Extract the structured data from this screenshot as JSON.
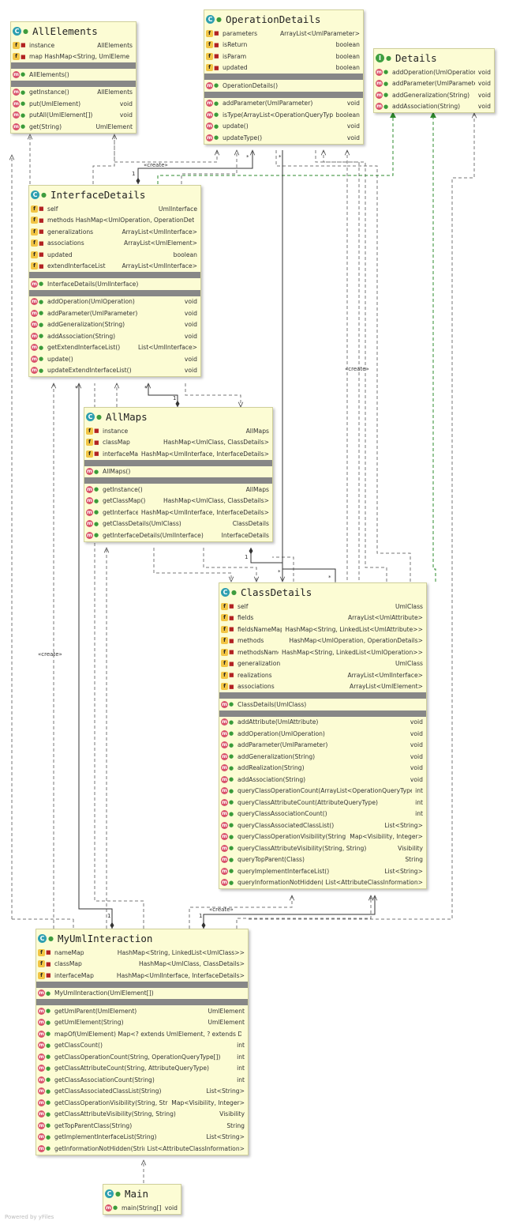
{
  "classes": {
    "allelements": {
      "name": "AllElements",
      "kind": "class",
      "fields": [
        {
          "name": "instance",
          "type": "AllElements",
          "icon": "static-field-icon"
        },
        {
          "name": "map  HashMap<String, UmlElement>",
          "type": "",
          "icon": "field-icon"
        }
      ],
      "constructors": [
        {
          "name": "AllElements()",
          "type": ""
        }
      ],
      "methods": [
        {
          "name": "getInstance()",
          "type": "AllElements",
          "icon": "static-method-icon"
        },
        {
          "name": "put(UmlElement)",
          "type": "void"
        },
        {
          "name": "putAll(UmlElement[])",
          "type": "void"
        },
        {
          "name": "get(String)",
          "type": "UmlElement"
        }
      ]
    },
    "operationdetails": {
      "name": "OperationDetails",
      "kind": "class",
      "fields": [
        {
          "name": "parameters",
          "type": "ArrayList<UmlParameter>"
        },
        {
          "name": "isReturn",
          "type": "boolean"
        },
        {
          "name": "isParam",
          "type": "boolean"
        },
        {
          "name": "updated",
          "type": "boolean"
        }
      ],
      "constructors": [
        {
          "name": "OperationDetails()",
          "type": ""
        }
      ],
      "methods": [
        {
          "name": "addParameter(UmlParameter)",
          "type": "void"
        },
        {
          "name": "isType(ArrayList<OperationQueryType>)",
          "type": "boolean"
        },
        {
          "name": "update()",
          "type": "void"
        },
        {
          "name": "updateType()",
          "type": "void"
        }
      ]
    },
    "details": {
      "name": "Details",
      "kind": "interface",
      "fields": [],
      "constructors": [],
      "methods": [
        {
          "name": "addOperation(UmlOperation)",
          "type": "void"
        },
        {
          "name": "addParameter(UmlParameter)",
          "type": "void"
        },
        {
          "name": "addGeneralization(String)",
          "type": "void"
        },
        {
          "name": "addAssociation(String)",
          "type": "void"
        }
      ]
    },
    "interfacedetails": {
      "name": "InterfaceDetails",
      "kind": "class",
      "fields": [
        {
          "name": "self",
          "type": "UmlInterface"
        },
        {
          "name": "methods  HashMap<UmlOperation, OperationDetails>",
          "type": ""
        },
        {
          "name": "generalizations",
          "type": "ArrayList<UmlInterface>"
        },
        {
          "name": "associations",
          "type": "ArrayList<UmlElement>"
        },
        {
          "name": "updated",
          "type": "boolean"
        },
        {
          "name": "extendInterfaceList",
          "type": "ArrayList<UmlInterface>"
        }
      ],
      "constructors": [
        {
          "name": "InterfaceDetails(UmlInterface)",
          "type": ""
        }
      ],
      "methods": [
        {
          "name": "addOperation(UmlOperation)",
          "type": "void"
        },
        {
          "name": "addParameter(UmlParameter)",
          "type": "void"
        },
        {
          "name": "addGeneralization(String)",
          "type": "void"
        },
        {
          "name": "addAssociation(String)",
          "type": "void"
        },
        {
          "name": "getExtendInterfaceList()",
          "type": "List<UmlInterface>"
        },
        {
          "name": "update()",
          "type": "void"
        },
        {
          "name": "updateExtendInterfaceList()",
          "type": "void"
        }
      ]
    },
    "allmaps": {
      "name": "AllMaps",
      "kind": "class",
      "fields": [
        {
          "name": "instance",
          "type": "AllMaps",
          "icon": "static-field-icon"
        },
        {
          "name": "classMap",
          "type": "HashMap<UmlClass, ClassDetails>"
        },
        {
          "name": "interfaceMap",
          "type": "HashMap<UmlInterface, InterfaceDetails>"
        }
      ],
      "constructors": [
        {
          "name": "AllMaps()",
          "type": ""
        }
      ],
      "methods": [
        {
          "name": "getInstance()",
          "type": "AllMaps",
          "icon": "static-method-icon"
        },
        {
          "name": "getClassMap()",
          "type": "HashMap<UmlClass, ClassDetails>"
        },
        {
          "name": "getInterfaceMap()",
          "type": "HashMap<UmlInterface, InterfaceDetails>"
        },
        {
          "name": "getClassDetails(UmlClass)",
          "type": "ClassDetails"
        },
        {
          "name": "getInterfaceDetails(UmlInterface)",
          "type": "InterfaceDetails"
        }
      ]
    },
    "classdetails": {
      "name": "ClassDetails",
      "kind": "class",
      "fields": [
        {
          "name": "self",
          "type": "UmlClass"
        },
        {
          "name": "fields",
          "type": "ArrayList<UmlAttribute>"
        },
        {
          "name": "fieldsNameMap",
          "type": "HashMap<String, LinkedList<UmlAttribute>>"
        },
        {
          "name": "methods",
          "type": "HashMap<UmlOperation, OperationDetails>"
        },
        {
          "name": "methodsNameMap",
          "type": "HashMap<String, LinkedList<UmlOperation>>"
        },
        {
          "name": "generalization",
          "type": "UmlClass"
        },
        {
          "name": "realizations",
          "type": "ArrayList<UmlInterface>"
        },
        {
          "name": "associations",
          "type": "ArrayList<UmlElement>"
        }
      ],
      "constructors": [
        {
          "name": "ClassDetails(UmlClass)",
          "type": ""
        }
      ],
      "methods": [
        {
          "name": "addAttribute(UmlAttribute)",
          "type": "void"
        },
        {
          "name": "addOperation(UmlOperation)",
          "type": "void"
        },
        {
          "name": "addParameter(UmlParameter)",
          "type": "void"
        },
        {
          "name": "addGeneralization(String)",
          "type": "void"
        },
        {
          "name": "addRealization(String)",
          "type": "void"
        },
        {
          "name": "addAssociation(String)",
          "type": "void"
        },
        {
          "name": "queryClassOperationCount(ArrayList<OperationQueryType>)",
          "type": "int"
        },
        {
          "name": "queryClassAttributeCount(AttributeQueryType)",
          "type": "int"
        },
        {
          "name": "queryClassAssociationCount()",
          "type": "int"
        },
        {
          "name": "queryClassAssociatedClassList()",
          "type": "List<String>"
        },
        {
          "name": "queryClassOperationVisibility(String)",
          "type": "Map<Visibility, Integer>"
        },
        {
          "name": "queryClassAttributeVisibility(String, String)",
          "type": "Visibility"
        },
        {
          "name": "queryTopParent(Class)",
          "type": "String"
        },
        {
          "name": "queryImplementInterfaceList()",
          "type": "List<String>"
        },
        {
          "name": "queryInformationNotHidden()",
          "type": "List<AttributeClassInformation>"
        }
      ]
    },
    "myumlinteraction": {
      "name": "MyUmlInteraction",
      "kind": "class",
      "fields": [
        {
          "name": "nameMap",
          "type": "HashMap<String, LinkedList<UmlClass>>"
        },
        {
          "name": "classMap",
          "type": "HashMap<UmlClass, ClassDetails>"
        },
        {
          "name": "interfaceMap",
          "type": "HashMap<UmlInterface, InterfaceDetails>"
        }
      ],
      "constructors": [
        {
          "name": "MyUmlInteraction(UmlElement[])",
          "type": ""
        }
      ],
      "methods": [
        {
          "name": "getUmlParent(UmlElement)",
          "type": "UmlElement"
        },
        {
          "name": "getUmlElement(String)",
          "type": "UmlElement"
        },
        {
          "name": "mapOf(UmlElement)  Map<? extends UmlElement, ? extends Details>",
          "type": ""
        },
        {
          "name": "getClassCount()",
          "type": "int"
        },
        {
          "name": "getClassOperationCount(String, OperationQueryType[])",
          "type": "int"
        },
        {
          "name": "getClassAttributeCount(String, AttributeQueryType)",
          "type": "int"
        },
        {
          "name": "getClassAssociationCount(String)",
          "type": "int"
        },
        {
          "name": "getClassAssociatedClassList(String)",
          "type": "List<String>"
        },
        {
          "name": "getClassOperationVisibility(String, String)",
          "type": "Map<Visibility, Integer>"
        },
        {
          "name": "getClassAttributeVisibility(String, String)",
          "type": "Visibility"
        },
        {
          "name": "getTopParentClass(String)",
          "type": "String"
        },
        {
          "name": "getImplementInterfaceList(String)",
          "type": "List<String>"
        },
        {
          "name": "getInformationNotHidden(String)",
          "type": "List<AttributeClassInformation>"
        }
      ]
    },
    "main": {
      "name": "Main",
      "kind": "class",
      "fields": [],
      "constructors": [],
      "methods": [
        {
          "name": "main(String[])",
          "type": "void",
          "icon": "static-method-icon"
        }
      ]
    }
  },
  "edge_labels": {
    "create_1": "«create»",
    "create_2": "«create»",
    "create_3": "«create»",
    "create_4": "«create»",
    "mult_star_1": "*",
    "mult_one_1": "1",
    "mult_star_2": "*",
    "mult_one_2": "1",
    "mult_star_3": "*",
    "mult_one_3": "1",
    "mult_star_4": "*",
    "mult_one_4": "1",
    "mult_star_5": "*",
    "mult_star_6": "*",
    "mult_one_5": "1",
    "mult_star_7": "*"
  },
  "footer": "Powered by yFiles",
  "colors": {
    "class_fill": "#fcfcd4",
    "separator": "#878787",
    "class_icon": "#2e9fb0",
    "interface_icon": "#3f9f40",
    "realization_edge": "#2e8b2e"
  }
}
